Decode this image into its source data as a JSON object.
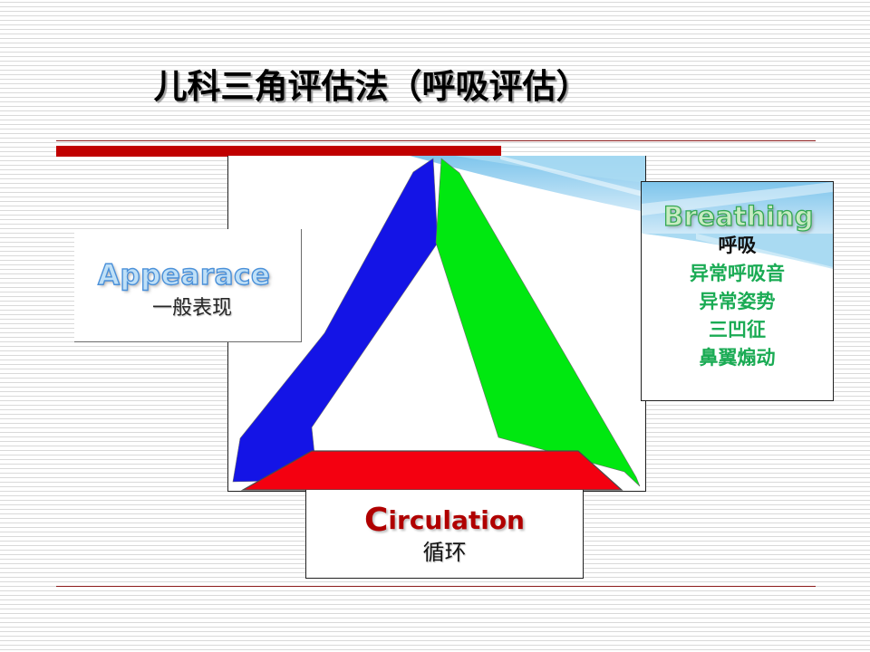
{
  "slide": {
    "title": "儿科三角评估法（呼吸评估）"
  },
  "appearance": {
    "english": "Appearace",
    "chinese": "一般表现"
  },
  "breathing": {
    "english": "Breathing",
    "chinese": "呼吸",
    "symptoms": [
      "异常呼吸音",
      "异常姿势",
      "三凹征",
      "鼻翼煽动"
    ]
  },
  "circulation": {
    "english_cap": "C",
    "english_rest": "irculation",
    "chinese": "循环"
  },
  "triangle": {
    "left_side_label": "appearance-side",
    "right_side_label": "breathing-side",
    "base_label": "circulation-side"
  },
  "colors": {
    "appearance_arrow": "#1414e6",
    "breathing_arrow": "#00e810",
    "circulation_arrow": "#f40010",
    "title_text": "#000000",
    "accent_red_bar": "#c00000",
    "frame_rule": "#8b1a1a",
    "swoosh_blue": "#8fcbee"
  }
}
